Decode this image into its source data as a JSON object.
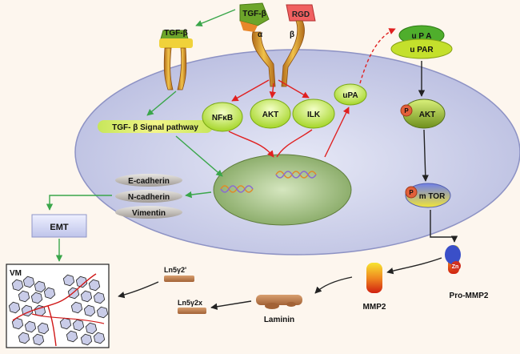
{
  "labels": {
    "tgfb_ligand": "TGF-β",
    "rgd": "RGD",
    "alpha": "α",
    "beta": "β",
    "tgfb_receptor": "TGF-β",
    "tgfb_pathway": "TGF- β Signal pathway",
    "nfkb": "NFκB",
    "akt_center": "AKT",
    "ilk": "ILK",
    "upa_cell": "uPA",
    "upa_top": "u P A",
    "upar": "u PAR",
    "p1": "P",
    "akt_right": "AKT",
    "p2": "P",
    "mtor": "m TOR",
    "e_cadherin": "E-cadherin",
    "n_cadherin": "N-cadherin",
    "vimentin": "Vimentin",
    "emt": "EMT",
    "vm": "VM",
    "ln_top": "Ln5γ2'",
    "ln_bottom": "Ln5γ2x",
    "laminin": "Laminin",
    "mmp2": "MMP2",
    "pro_mmp2": "Pro-MMP2",
    "zn": "Zn"
  },
  "colors": {
    "background": "#fdf6ee",
    "cell": "#c9cce8",
    "nucleus": "#9fbd7a",
    "green_arrow": "#3aa64a",
    "red_arrow": "#e02020",
    "black_arrow": "#222222"
  }
}
